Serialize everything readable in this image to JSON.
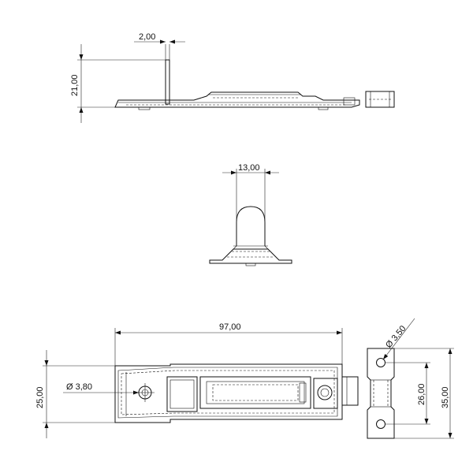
{
  "dimensions": {
    "pin_thickness": "2,00",
    "pin_height": "21,00",
    "knob_width": "13,00",
    "overall_length": "97,00",
    "body_width": "25,00",
    "hole_diameter_body": "Ø 3,80",
    "hole_diameter_keeper": "Ø 3,50",
    "keeper_hole_spacing": "26,00",
    "keeper_length": "35,00"
  },
  "colors": {
    "line": "#111111",
    "background": "#ffffff"
  }
}
